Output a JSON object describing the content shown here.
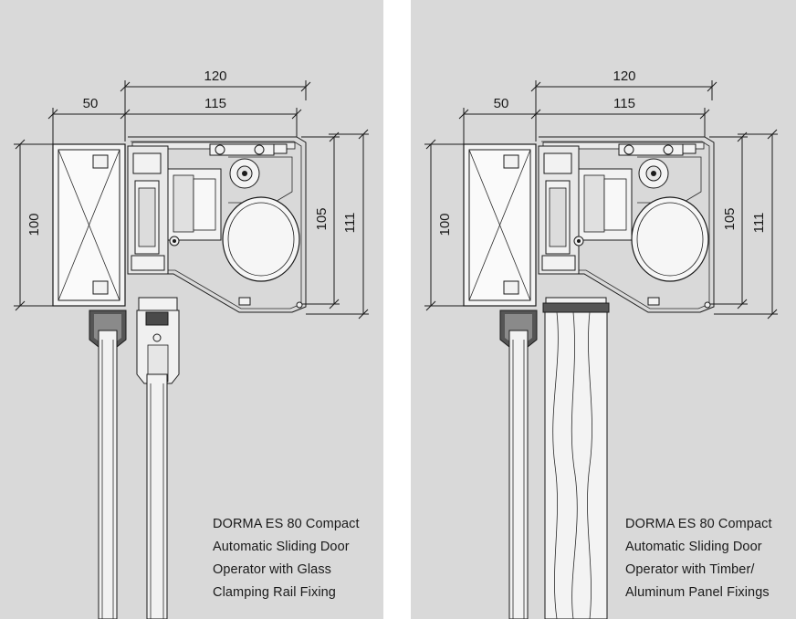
{
  "panels": [
    {
      "dimensions": {
        "d120": "120",
        "d50": "50",
        "d115": "115",
        "d100": "100",
        "d105": "105",
        "d111": "111"
      },
      "caption": [
        "DORMA ES 80 Compact",
        "Automatic Sliding Door",
        "Operator with Glass",
        "Clamping Rail Fixing"
      ]
    },
    {
      "dimensions": {
        "d120": "120",
        "d50": "50",
        "d115": "115",
        "d100": "100",
        "d105": "105",
        "d111": "111"
      },
      "caption": [
        "DORMA ES 80 Compact",
        "Automatic Sliding Door",
        "Operator with Timber/",
        "Aluminum Panel Fixings"
      ]
    }
  ],
  "colors": {
    "panel_background": "#d9d9d9",
    "separator": "#ffffff",
    "line": "#1a1a1a"
  }
}
